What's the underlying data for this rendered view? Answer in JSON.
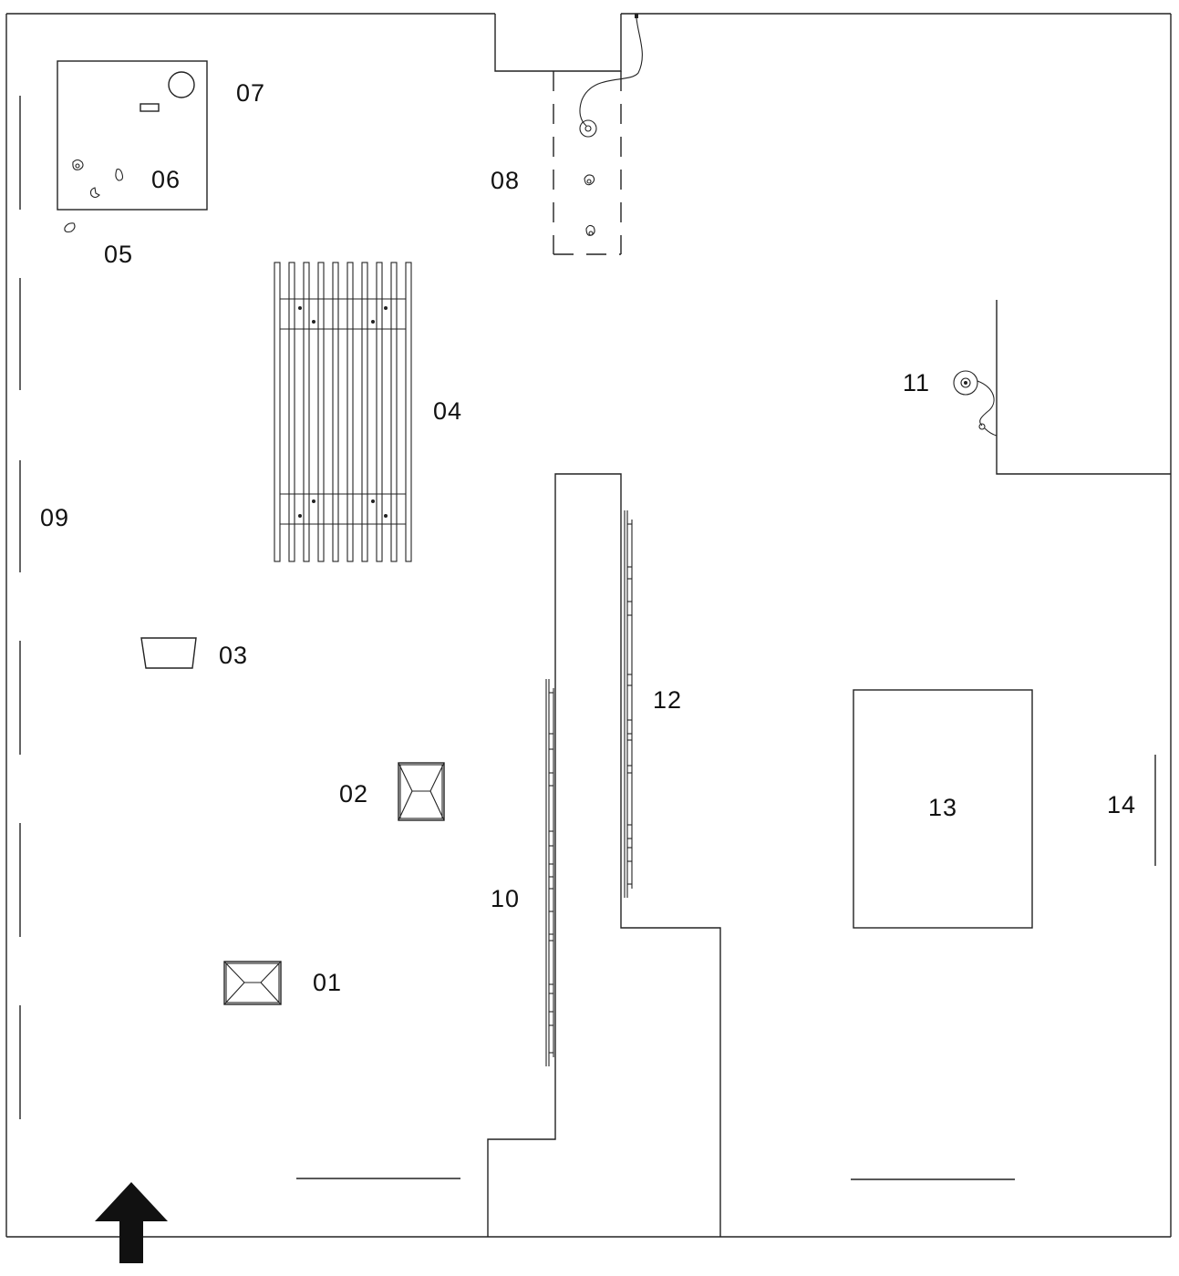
{
  "labels": {
    "l01": "01",
    "l02": "02",
    "l03": "03",
    "l04": "04",
    "l05": "05",
    "l06": "06",
    "l07": "07",
    "l08": "08",
    "l09": "09",
    "l10": "10",
    "l11": "11",
    "l12": "12",
    "l13": "13",
    "l14": "14"
  },
  "icons": {
    "entrance": "up-arrow-icon"
  },
  "colors": {
    "line": "#222222",
    "background": "#ffffff"
  }
}
